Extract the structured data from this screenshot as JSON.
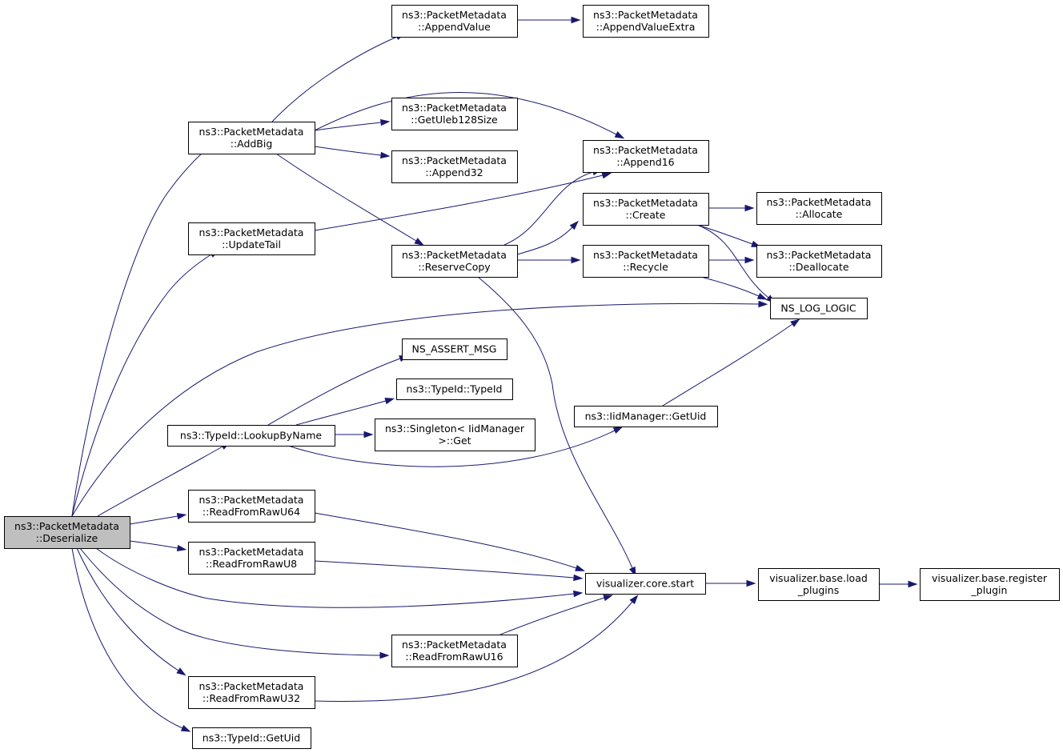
{
  "graph": {
    "type": "call-graph",
    "colors": {
      "edge": "#191970",
      "root_fill": "#bfbfbf",
      "node_fill": "#ffffff",
      "border": "#000000"
    },
    "nodes": [
      {
        "id": "deserialize",
        "lines": [
          "ns3::PacketMetadata",
          "::Deserialize"
        ],
        "root": true
      },
      {
        "id": "addbig",
        "lines": [
          "ns3::PacketMetadata",
          "::AddBig"
        ]
      },
      {
        "id": "updatetail",
        "lines": [
          "ns3::PacketMetadata",
          "::UpdateTail"
        ]
      },
      {
        "id": "lookupbyname",
        "lines": [
          "ns3::TypeId::LookupByName"
        ]
      },
      {
        "id": "readu64",
        "lines": [
          "ns3::PacketMetadata",
          "::ReadFromRawU64"
        ]
      },
      {
        "id": "readu8",
        "lines": [
          "ns3::PacketMetadata",
          "::ReadFromRawU8"
        ]
      },
      {
        "id": "readu32",
        "lines": [
          "ns3::PacketMetadata",
          "::ReadFromRawU32"
        ]
      },
      {
        "id": "typeidgetuid",
        "lines": [
          "ns3::TypeId::GetUid"
        ]
      },
      {
        "id": "appendvalue",
        "lines": [
          "ns3::PacketMetadata",
          "::AppendValue"
        ]
      },
      {
        "id": "getuleb",
        "lines": [
          "ns3::PacketMetadata",
          "::GetUleb128Size"
        ]
      },
      {
        "id": "append32",
        "lines": [
          "ns3::PacketMetadata",
          "::Append32"
        ]
      },
      {
        "id": "reservecopy",
        "lines": [
          "ns3::PacketMetadata",
          "::ReserveCopy"
        ]
      },
      {
        "id": "assertmsg",
        "lines": [
          "NS_ASSERT_MSG"
        ]
      },
      {
        "id": "typeidtypeid",
        "lines": [
          "ns3::TypeId::TypeId"
        ]
      },
      {
        "id": "singleton",
        "lines": [
          "ns3::Singleton< IidManager",
          ">::Get"
        ]
      },
      {
        "id": "readu16",
        "lines": [
          "ns3::PacketMetadata",
          "::ReadFromRawU16"
        ]
      },
      {
        "id": "appendvalueextra",
        "lines": [
          "ns3::PacketMetadata",
          "::AppendValueExtra"
        ]
      },
      {
        "id": "append16",
        "lines": [
          "ns3::PacketMetadata",
          "::Append16"
        ]
      },
      {
        "id": "create",
        "lines": [
          "ns3::PacketMetadata",
          "::Create"
        ]
      },
      {
        "id": "recycle",
        "lines": [
          "ns3::PacketMetadata",
          "::Recycle"
        ]
      },
      {
        "id": "iidgetuid",
        "lines": [
          "ns3::IidManager::GetUid"
        ]
      },
      {
        "id": "corestart",
        "lines": [
          "visualizer.core.start"
        ]
      },
      {
        "id": "allocate",
        "lines": [
          "ns3::PacketMetadata",
          "::Allocate"
        ]
      },
      {
        "id": "deallocate",
        "lines": [
          "ns3::PacketMetadata",
          "::Deallocate"
        ]
      },
      {
        "id": "nsloglogic",
        "lines": [
          "NS_LOG_LOGIC"
        ]
      },
      {
        "id": "loadplugins",
        "lines": [
          "visualizer.base.load",
          "_plugins"
        ]
      },
      {
        "id": "registerplugin",
        "lines": [
          "visualizer.base.register",
          "_plugin"
        ]
      }
    ],
    "edges": [
      [
        "deserialize",
        "addbig"
      ],
      [
        "deserialize",
        "updatetail"
      ],
      [
        "deserialize",
        "nsloglogic"
      ],
      [
        "deserialize",
        "lookupbyname"
      ],
      [
        "deserialize",
        "readu64"
      ],
      [
        "deserialize",
        "readu8"
      ],
      [
        "deserialize",
        "corestart"
      ],
      [
        "deserialize",
        "readu16"
      ],
      [
        "deserialize",
        "readu32"
      ],
      [
        "deserialize",
        "typeidgetuid"
      ],
      [
        "addbig",
        "appendvalue"
      ],
      [
        "addbig",
        "append16"
      ],
      [
        "addbig",
        "getuleb"
      ],
      [
        "addbig",
        "append32"
      ],
      [
        "addbig",
        "reservecopy"
      ],
      [
        "appendvalue",
        "appendvalueextra"
      ],
      [
        "updatetail",
        "append16"
      ],
      [
        "reservecopy",
        "append16"
      ],
      [
        "reservecopy",
        "create"
      ],
      [
        "reservecopy",
        "recycle"
      ],
      [
        "reservecopy",
        "corestart"
      ],
      [
        "create",
        "allocate"
      ],
      [
        "create",
        "deallocate"
      ],
      [
        "create",
        "nsloglogic"
      ],
      [
        "recycle",
        "deallocate"
      ],
      [
        "recycle",
        "nsloglogic"
      ],
      [
        "lookupbyname",
        "assertmsg"
      ],
      [
        "lookupbyname",
        "typeidtypeid"
      ],
      [
        "lookupbyname",
        "singleton"
      ],
      [
        "lookupbyname",
        "iidgetuid"
      ],
      [
        "iidgetuid",
        "nsloglogic"
      ],
      [
        "readu64",
        "corestart"
      ],
      [
        "readu8",
        "corestart"
      ],
      [
        "readu16",
        "corestart"
      ],
      [
        "readu32",
        "corestart"
      ],
      [
        "corestart",
        "loadplugins"
      ],
      [
        "loadplugins",
        "registerplugin"
      ]
    ]
  }
}
